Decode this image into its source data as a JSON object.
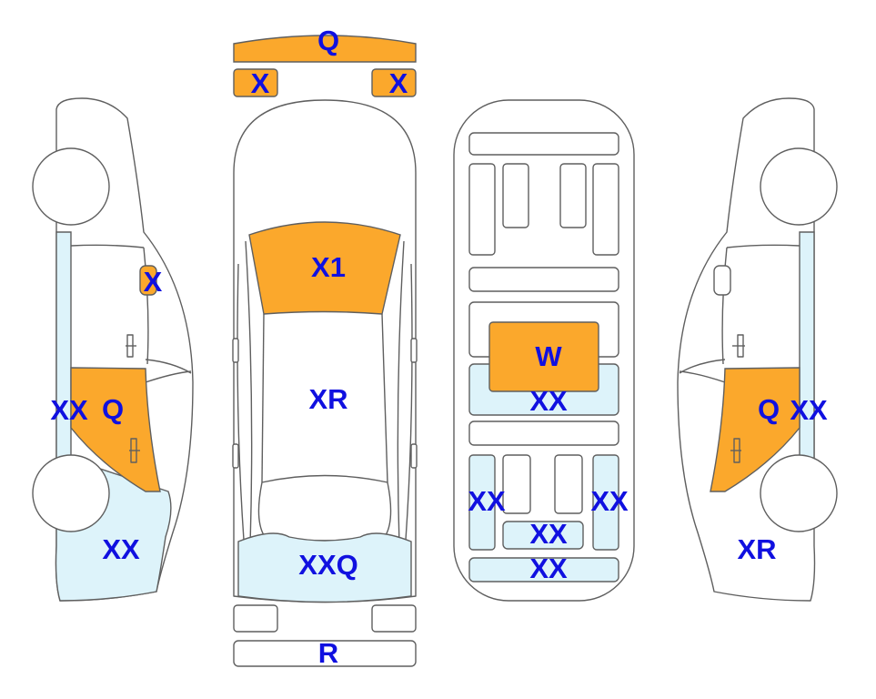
{
  "colors": {
    "damage": "#FBA82C",
    "repaired": "#DDF3FA",
    "label": "#1010E0",
    "outline": "#5F5F5F"
  },
  "top_view": {
    "front_bumper": "Q",
    "left_light": "X",
    "right_light": "X",
    "hood": "X1",
    "roof": "XR",
    "trunk": "XXQ",
    "rear_bumper": "R"
  },
  "interior_view": {
    "center_console": "W",
    "middle_row": "XX",
    "left_rear_seat": "XX",
    "right_rear_seat": "XX",
    "rear_center_seat": "XX",
    "cargo_strip": "XX"
  },
  "left_side_view": {
    "mirror": "X",
    "rocker": "XX",
    "rear_door": "Q",
    "rear_quarter": "XX"
  },
  "right_side_view": {
    "rear_door": "Q",
    "rocker": "XX",
    "rear_quarter": "XR"
  }
}
